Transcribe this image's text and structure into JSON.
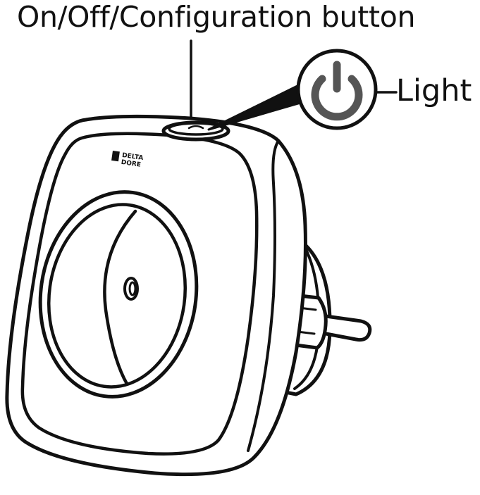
{
  "callouts": {
    "button_label": "On/Off/Configuration button",
    "light_label": "Light"
  },
  "device": {
    "brand_line1": "DELTA",
    "brand_line2": "DORE",
    "icon": "power-icon",
    "light_color": "#555555",
    "outline_color": "#111111"
  }
}
